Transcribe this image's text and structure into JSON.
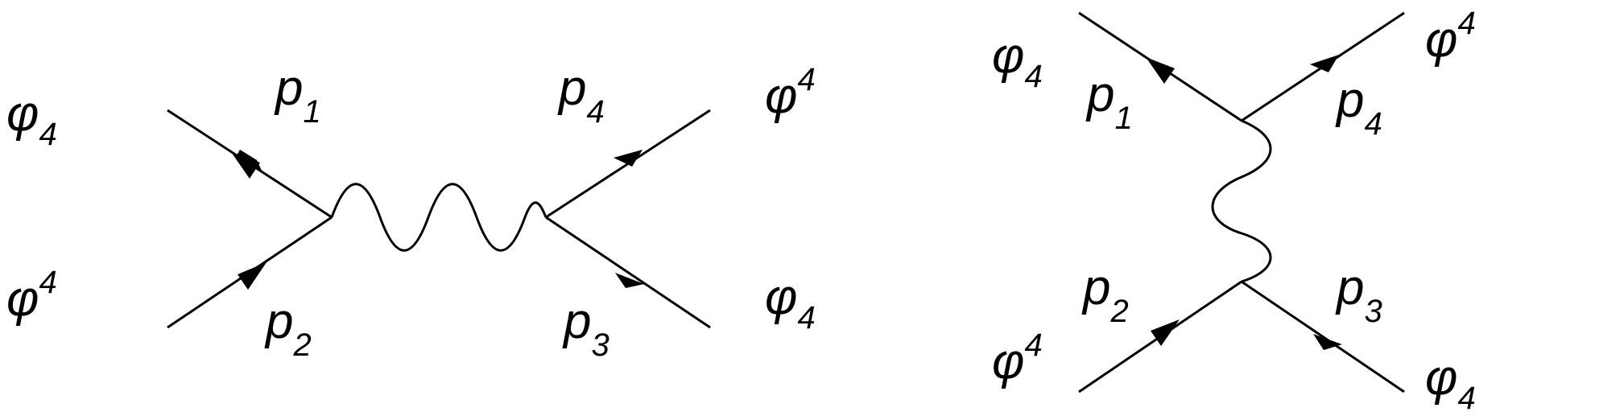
{
  "diagrams": [
    {
      "labels": {
        "top_left_field": {
          "base": "φ",
          "sub": "4"
        },
        "bottom_left_field": {
          "base": "φ",
          "sup": "4"
        },
        "top_right_field": {
          "base": "φ",
          "sup": "4"
        },
        "bottom_right_field": {
          "base": "φ",
          "sub": "4"
        },
        "p1": {
          "base": "p",
          "sub": "1"
        },
        "p2": {
          "base": "p",
          "sub": "2"
        },
        "p3": {
          "base": "p",
          "sub": "3"
        },
        "p4": {
          "base": "p",
          "sub": "4"
        }
      }
    },
    {
      "labels": {
        "top_left_field": {
          "base": "φ",
          "sub": "4"
        },
        "bottom_left_field": {
          "base": "φ",
          "sup": "4"
        },
        "top_right_field": {
          "base": "φ",
          "sup": "4"
        },
        "bottom_right_field": {
          "base": "φ",
          "sub": "4"
        },
        "p1": {
          "base": "p",
          "sub": "1"
        },
        "p2": {
          "base": "p",
          "sub": "2"
        },
        "p3": {
          "base": "p",
          "sub": "3"
        },
        "p4": {
          "base": "p",
          "sub": "4"
        }
      }
    }
  ]
}
